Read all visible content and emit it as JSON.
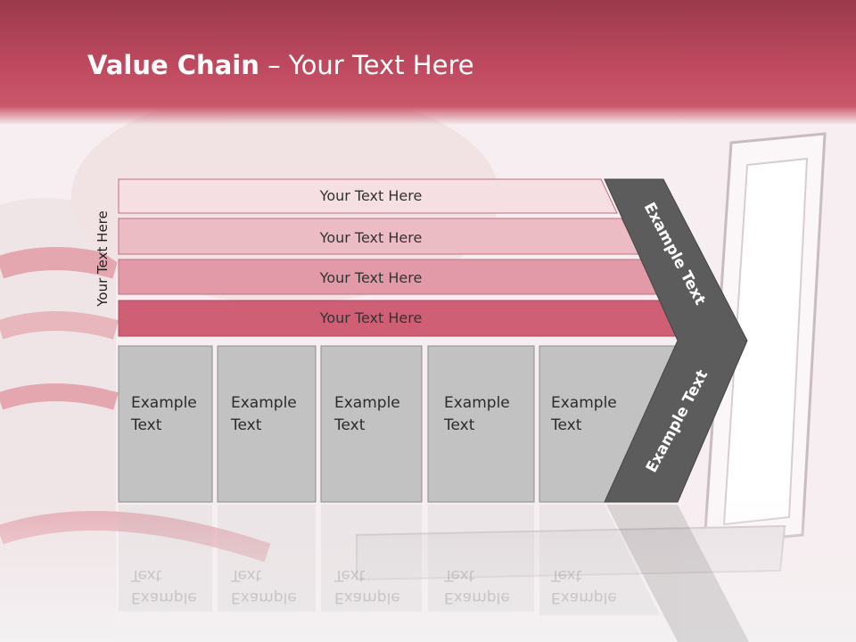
{
  "title": {
    "bold": "Value Chain",
    "rest": " – Your Text Here"
  },
  "side_label": "Your Text Here",
  "bands": [
    {
      "label": "Your Text Here",
      "color": "#f5dfe3"
    },
    {
      "label": "Your Text Here",
      "color": "#ecbcc5"
    },
    {
      "label": "Your Text Here",
      "color": "#e39aa8"
    },
    {
      "label": "Your Text Here",
      "color": "#cf5f74"
    }
  ],
  "columns": [
    {
      "line1": "Example",
      "line2": "Text"
    },
    {
      "line1": "Example",
      "line2": "Text"
    },
    {
      "line1": "Example",
      "line2": "Text"
    },
    {
      "line1": "Example",
      "line2": "Text"
    },
    {
      "line1": "Example",
      "line2": "Text"
    }
  ],
  "chevron_top_label": "Example Text",
  "chevron_bottom_label": "Example Text",
  "colors": {
    "header": "#c04a60",
    "chevron": "#5c5c5c",
    "column": "#c2c2c2"
  }
}
